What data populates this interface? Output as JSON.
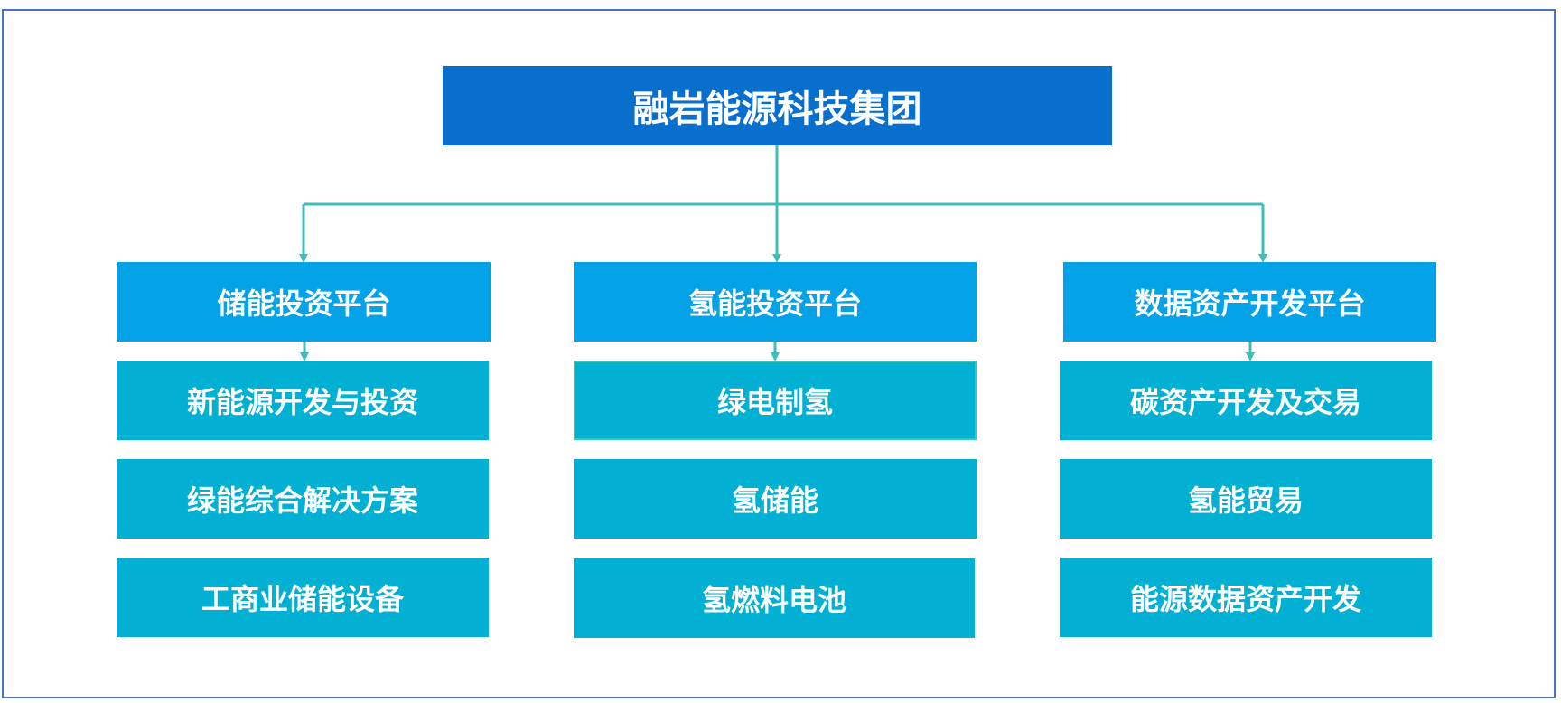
{
  "colors": {
    "frame_border": "#4a72c4",
    "root_fill": "#0870cc",
    "platform_fill": "#04a3e7",
    "item_fill": "#02b0d4",
    "connector": "#3fbdb8",
    "text": "#ffffff"
  },
  "root": {
    "label": "融岩能源科技集团"
  },
  "platforms": [
    {
      "label": "储能投资平台",
      "items": [
        "新能源开发与投资",
        "绿能综合解决方案",
        "工商业储能设备"
      ]
    },
    {
      "label": "氢能投资平台",
      "items": [
        "绿电制氢",
        "氢储能",
        "氢燃料电池"
      ]
    },
    {
      "label": "数据资产开发平台",
      "items": [
        "碳资产开发及交易",
        "氢能贸易",
        "能源数据资产开发"
      ]
    }
  ]
}
